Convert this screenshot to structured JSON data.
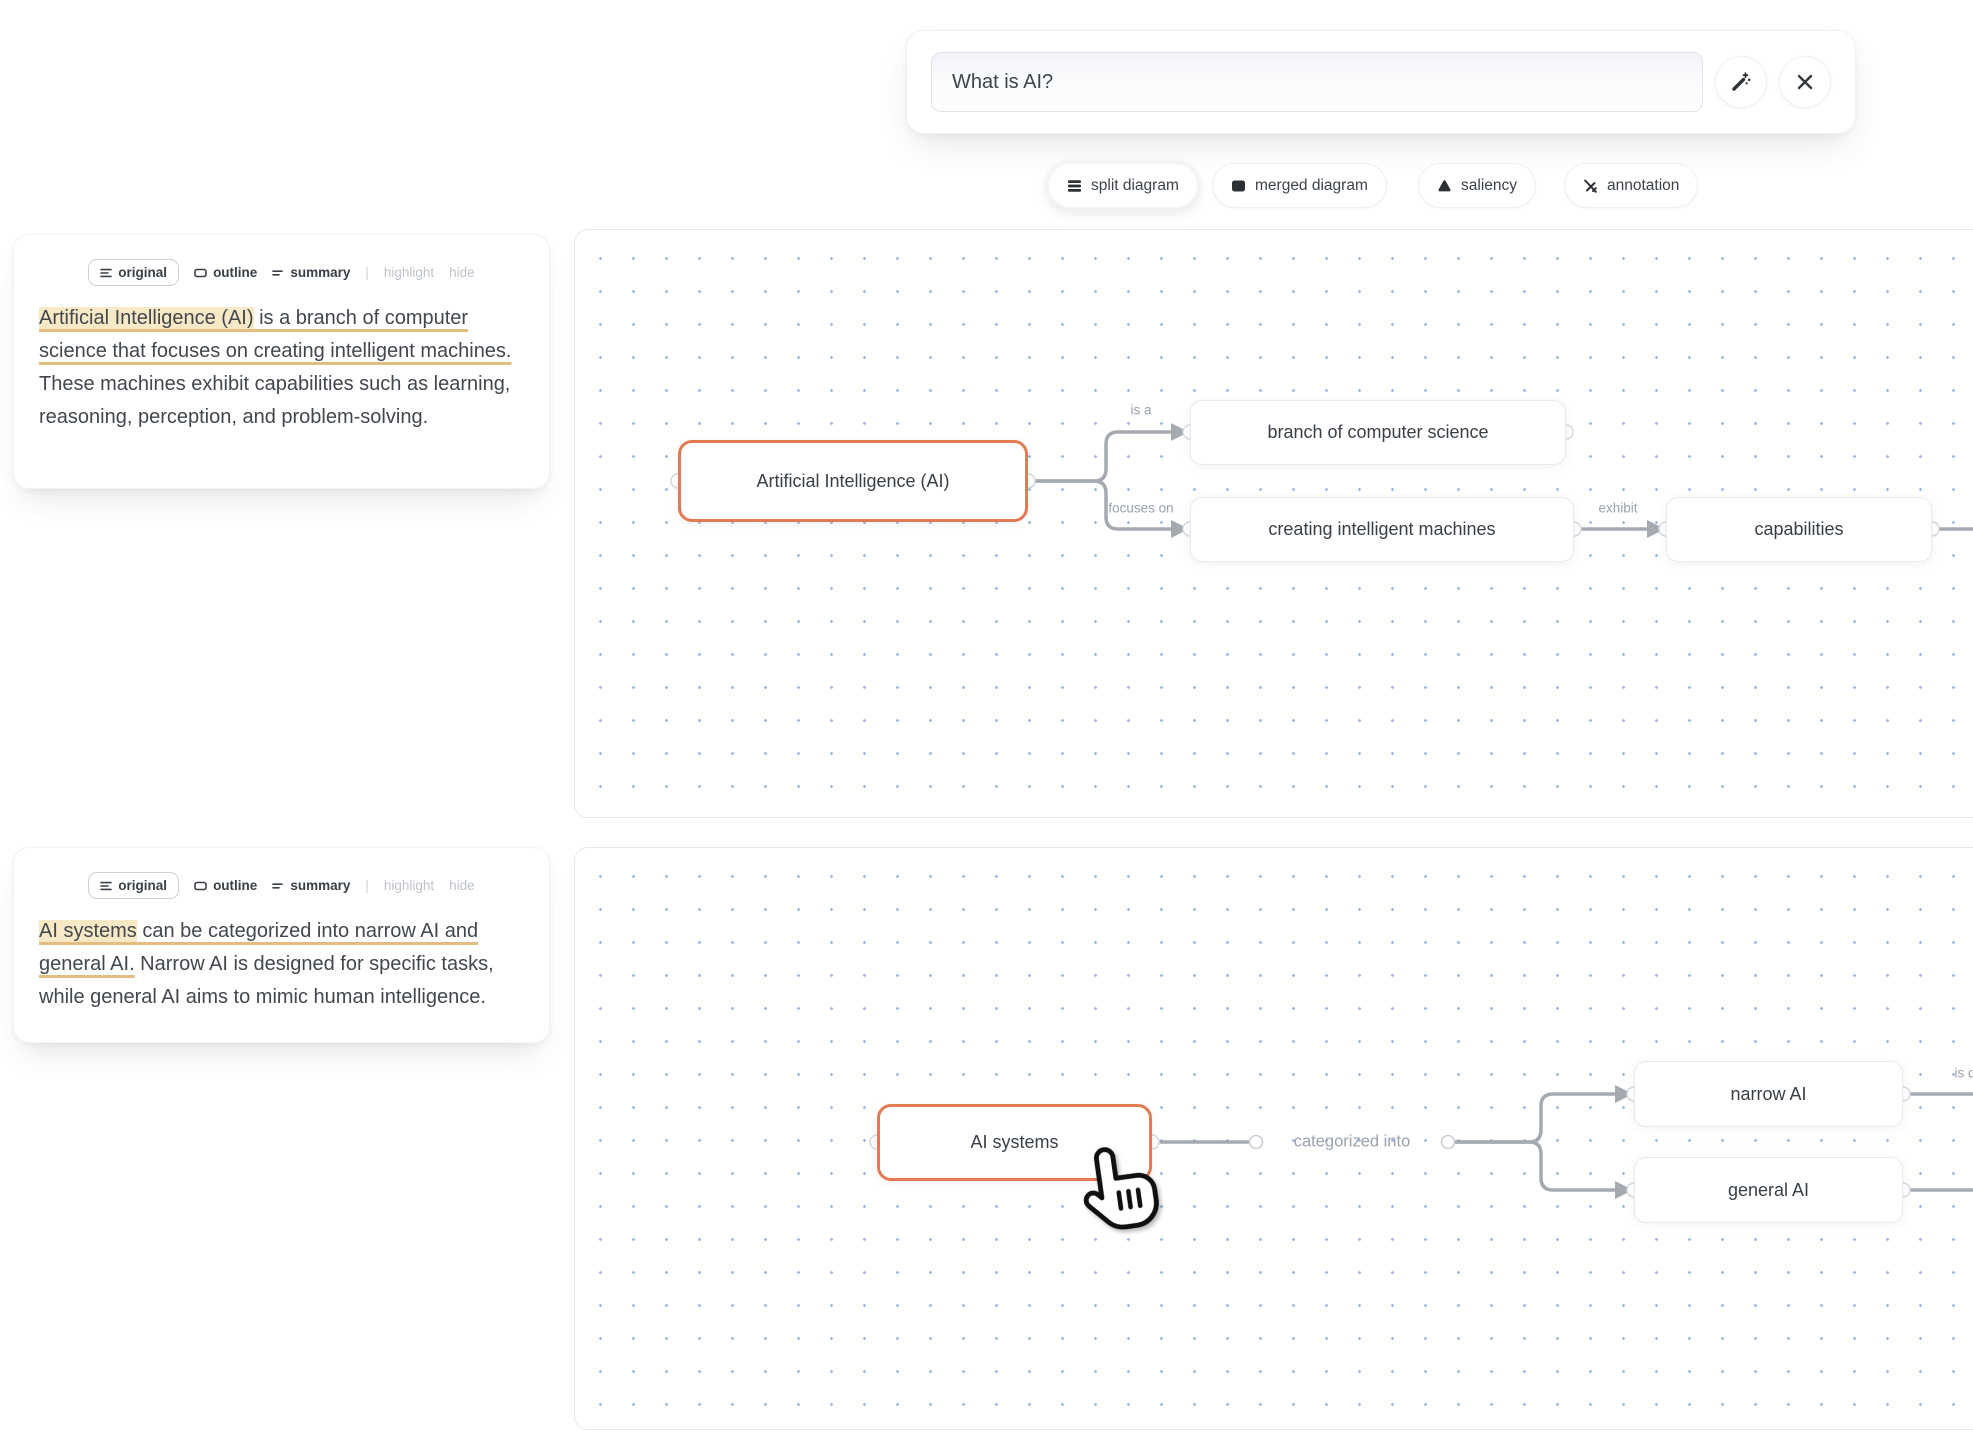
{
  "search": {
    "query": "What is AI?"
  },
  "chips": [
    {
      "label": "split diagram"
    },
    {
      "label": "merged diagram"
    },
    {
      "label": "saliency"
    },
    {
      "label": "annotation"
    }
  ],
  "tabs": {
    "original": "original",
    "outline": "outline",
    "summary": "summary",
    "separator": "|",
    "highlight": "highlight",
    "hide": "hide"
  },
  "cards": [
    {
      "segments": {
        "highlighted": "Artificial Intelligence (AI)",
        "underlined": " is a branch of computer science that focuses on creating intelligent machines.",
        "plain": " These machines exhibit capabilities such as learning, reasoning, perception, and problem-solving."
      }
    },
    {
      "segments": {
        "highlighted": "AI systems",
        "underlined": " can be categorized into narrow AI and general AI.",
        "plain": " Narrow AI is designed for specific tasks, while general AI aims to mimic human intelligence."
      }
    }
  ],
  "panels": [
    {
      "nodes": {
        "root": "Artificial Intelligence (AI)",
        "branch": "branch of computer science",
        "creating": "creating intelligent machines",
        "capabilities": "capabilities"
      },
      "edges": {
        "is_a": "is a",
        "focuses_on": "focuses on",
        "exhibit": "exhibit"
      }
    },
    {
      "nodes": {
        "root": "AI systems",
        "narrow": "narrow AI",
        "general": "general AI"
      },
      "edges": {
        "categorized_into": "categorized into",
        "is_designed_truncated": "is d"
      }
    }
  ],
  "colors": {
    "accent": "#e27a53",
    "highlight_bg": "#f8e9c6",
    "underline": "#e3bc80",
    "edge_gray": "#a5aab1",
    "grid_dot": "#9db4e8",
    "muted_text": "#9aa2ac"
  }
}
